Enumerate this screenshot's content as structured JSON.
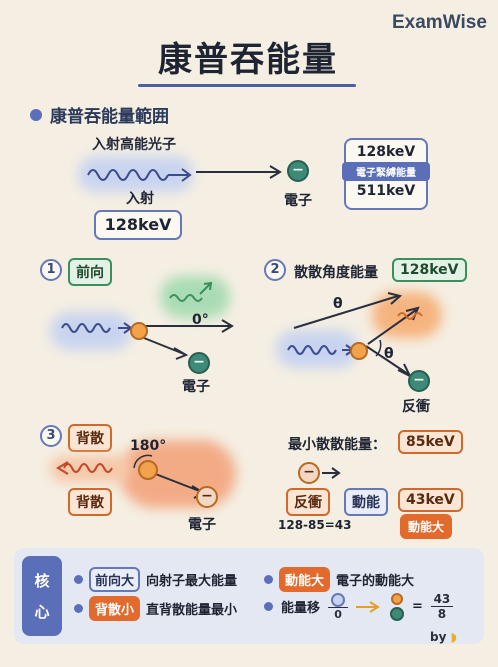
{
  "brand": "ExamWise",
  "title": "康普吞能量",
  "section": {
    "heading": "康普吞能量範囲"
  },
  "top": {
    "photon_label": "入射高能光子",
    "incident_label": "入射",
    "incident_value": "128keV",
    "electron_label": "電子",
    "electron_symbol": "−",
    "energy_box": {
      "top": "128keV",
      "middle": "電子緊縛能量",
      "bottom": "511keV"
    }
  },
  "panel1": {
    "num": "1",
    "label": "前向",
    "angle": "0°",
    "electron_label": "電子"
  },
  "panel2": {
    "num": "2",
    "label": "散散角度能量",
    "value": "128keV",
    "theta": "θ",
    "recoil_label": "反衝"
  },
  "panel3": {
    "num": "3",
    "label": "背散",
    "angle": "180°",
    "back_label": "背散",
    "electron_label": "電子"
  },
  "min_energy": {
    "label": "最小散散能量：",
    "value": "85keV",
    "recoil": "反衝",
    "kinetic": "動能",
    "kinetic_value": "43keV",
    "equation": "128-85=43",
    "kinetic_big": "動能大"
  },
  "core": {
    "label_top": "核",
    "label_bottom": "心",
    "row1_tag": "前向大",
    "row1_text": "向射子最大能量",
    "row1b_tag": "動能大",
    "row1b_text": "電子的動能大",
    "row2_tag": "背散小",
    "row2_text": "直背散能量最小",
    "row2b_text": "能量移",
    "frac_left_den": "0",
    "frac_eq": "=",
    "frac_num": "43",
    "frac_den": "8"
  },
  "byline": "by",
  "colors": {
    "accent": "#5a6fb8",
    "green": "#3a8f5a",
    "orange": "#e26a2c",
    "electron": "#3d8a78"
  }
}
